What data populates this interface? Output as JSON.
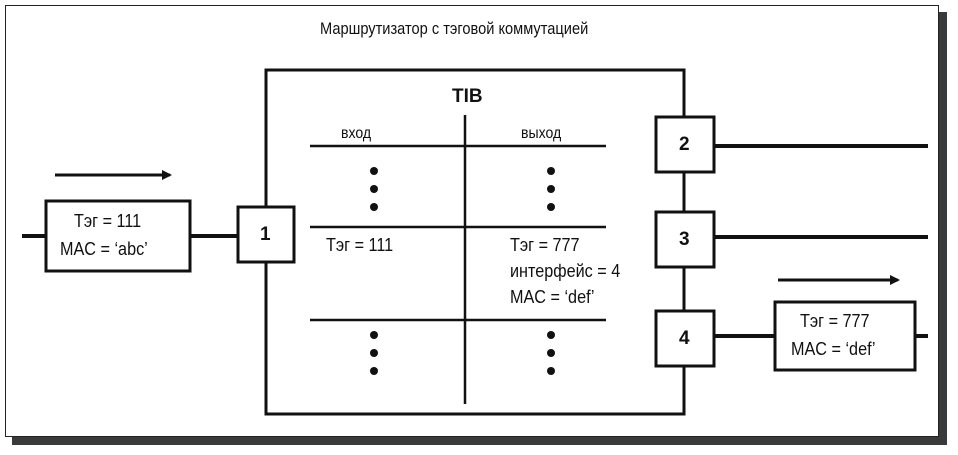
{
  "diagram": {
    "title": "Маршрутизатор с тэговой коммутацией",
    "table": {
      "name": "TIB",
      "col_in": "вход",
      "col_out": "выход",
      "row_in": "Тэг = 111",
      "row_out": [
        "Тэг = 777",
        "интерфейс = 4",
        "MAC = ‘def’"
      ]
    },
    "ports": [
      "1",
      "2",
      "3",
      "4"
    ],
    "packet_in": [
      "Тэг = 111",
      "MAC = ‘abc’"
    ],
    "packet_out": [
      "Тэг = 777",
      "MAC = ‘def’"
    ]
  }
}
